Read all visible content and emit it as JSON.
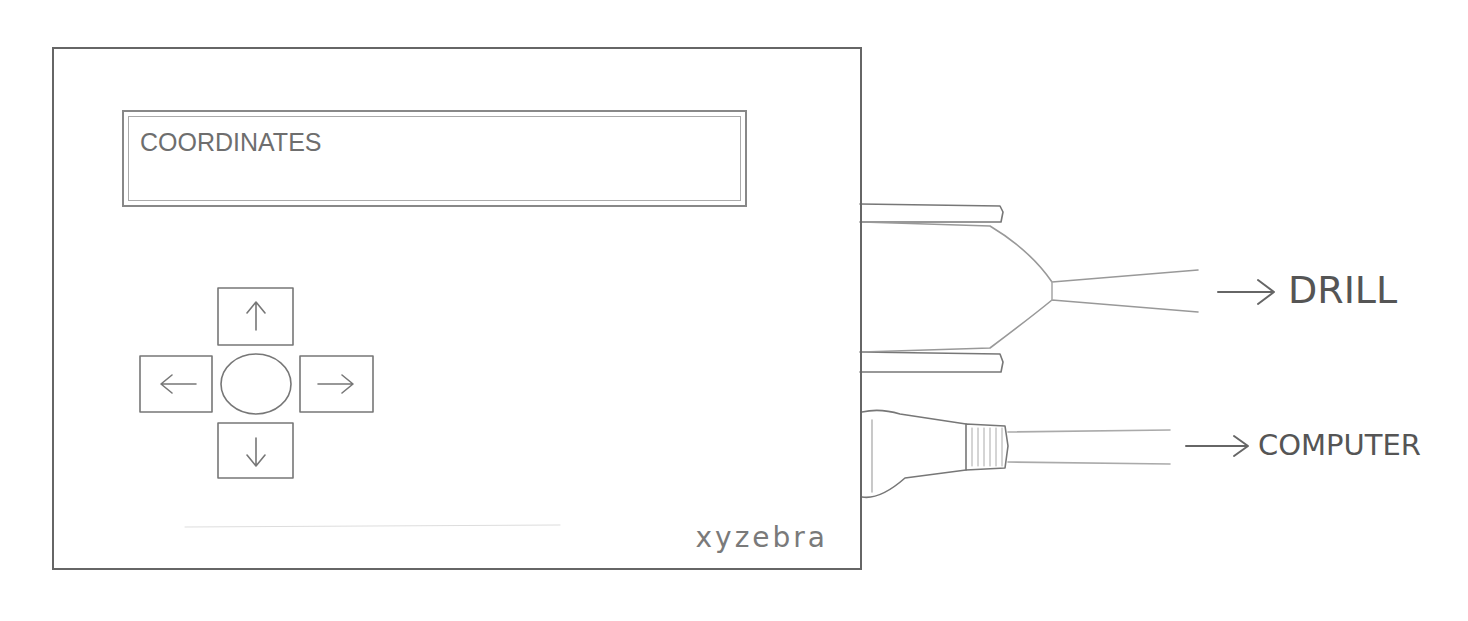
{
  "diagram": {
    "nodes": [
      {
        "text": [
          "xyzebra"
        ]
      },
      {
        "text": [
          "COORDINATES"
        ],
        "in": 0
      }
    ],
    "labels": [
      "DRILL",
      "COMPUTER"
    ]
  }
}
